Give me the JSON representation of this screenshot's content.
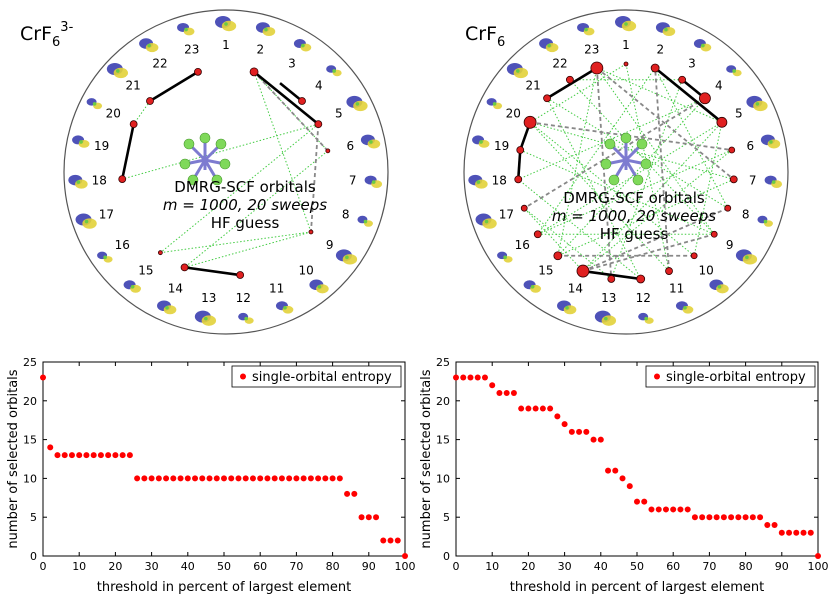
{
  "panels": [
    {
      "title_base": "CrF",
      "title_sub": "6",
      "title_sup": "3-",
      "center_lines": [
        "DMRG-SCF orbitals",
        "m = 1000, 20 sweeps",
        "HF guess"
      ],
      "orbital_labels": [
        "1",
        "2",
        "3",
        "4",
        "5",
        "6",
        "7",
        "8",
        "9",
        "10",
        "11",
        "12",
        "13",
        "14",
        "15",
        "16",
        "17",
        "18",
        "19",
        "20",
        "21",
        "22",
        "23"
      ]
    },
    {
      "title_base": "CrF",
      "title_sub": "6",
      "title_sup": "",
      "center_lines": [
        "DMRG-SCF orbitals",
        "m = 1000, 20 sweeps",
        "HF guess"
      ],
      "orbital_labels": [
        "1",
        "2",
        "3",
        "4",
        "5",
        "6",
        "7",
        "8",
        "9",
        "10",
        "11",
        "12",
        "13",
        "14",
        "15",
        "16",
        "17",
        "18",
        "19",
        "20",
        "21",
        "22",
        "23"
      ]
    }
  ],
  "colors": {
    "marker": "#ff0000",
    "orbital_blue": "#3b3fb0",
    "orbital_yellow": "#e2d23a",
    "fluorine": "#7fd95a",
    "bond": "#7d7bd0"
  },
  "chart_data": [
    {
      "type": "scatter",
      "xlabel": "threshold in percent of largest element",
      "ylabel": "number of selected orbitals",
      "legend": "single-orbital entropy",
      "legend_position": "top-right",
      "xlim": [
        0,
        100
      ],
      "ylim": [
        0,
        25
      ],
      "xticks": [
        0,
        10,
        20,
        30,
        40,
        50,
        60,
        70,
        80,
        90,
        100
      ],
      "yticks": [
        0,
        5,
        10,
        15,
        20,
        25
      ],
      "series": [
        {
          "x": [
            0,
            2,
            4,
            6,
            8,
            10,
            12,
            14,
            16,
            18,
            20,
            22,
            24,
            26,
            28,
            30,
            32,
            34,
            36,
            38,
            40,
            42,
            44,
            46,
            48,
            50,
            52,
            54,
            56,
            58,
            60,
            62,
            64,
            66,
            68,
            70,
            72,
            74,
            76,
            78,
            80,
            82,
            84,
            86,
            88,
            90,
            92,
            94,
            96,
            98,
            100
          ],
          "y": [
            23,
            14,
            13,
            13,
            13,
            13,
            13,
            13,
            13,
            13,
            13,
            13,
            13,
            10,
            10,
            10,
            10,
            10,
            10,
            10,
            10,
            10,
            10,
            10,
            10,
            10,
            10,
            10,
            10,
            10,
            10,
            10,
            10,
            10,
            10,
            10,
            10,
            10,
            10,
            10,
            10,
            10,
            8,
            8,
            5,
            5,
            5,
            2,
            2,
            2,
            0
          ]
        }
      ]
    },
    {
      "type": "scatter",
      "xlabel": "threshold in percent of largest element",
      "ylabel": "number of selected orbitals",
      "legend": "single-orbital entropy",
      "legend_position": "top-right",
      "xlim": [
        0,
        100
      ],
      "ylim": [
        0,
        25
      ],
      "xticks": [
        0,
        10,
        20,
        30,
        40,
        50,
        60,
        70,
        80,
        90,
        100
      ],
      "yticks": [
        0,
        5,
        10,
        15,
        20,
        25
      ],
      "series": [
        {
          "x": [
            0,
            2,
            4,
            6,
            8,
            10,
            12,
            14,
            16,
            18,
            20,
            22,
            24,
            26,
            28,
            30,
            32,
            34,
            36,
            38,
            40,
            42,
            44,
            46,
            48,
            50,
            52,
            54,
            56,
            58,
            60,
            62,
            64,
            66,
            68,
            70,
            72,
            74,
            76,
            78,
            80,
            82,
            84,
            86,
            88,
            90,
            92,
            94,
            96,
            98,
            100
          ],
          "y": [
            23,
            23,
            23,
            23,
            23,
            22,
            21,
            21,
            21,
            19,
            19,
            19,
            19,
            19,
            18,
            17,
            16,
            16,
            16,
            15,
            15,
            11,
            11,
            10,
            9,
            7,
            7,
            6,
            6,
            6,
            6,
            6,
            6,
            5,
            5,
            5,
            5,
            5,
            5,
            5,
            5,
            5,
            5,
            4,
            4,
            3,
            3,
            3,
            3,
            3,
            0
          ]
        }
      ]
    }
  ]
}
